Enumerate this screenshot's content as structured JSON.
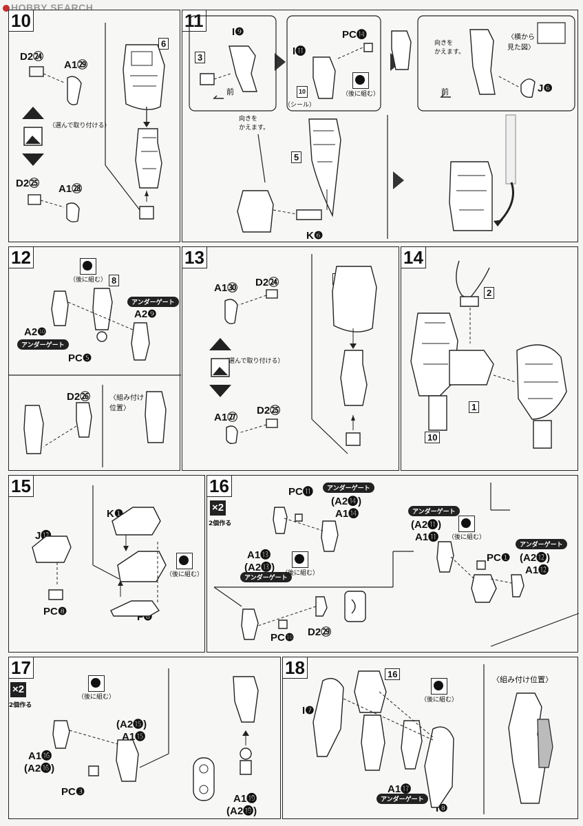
{
  "watermark": {
    "text": "HOBBY SEARCH"
  },
  "common": {
    "ug": "アンダーゲート",
    "later": "（後に組む）",
    "mae": "前",
    "x2": "×2",
    "x2sub": "2個作る",
    "select": "（選んで取り付ける）",
    "muki": "向きを\nかえます。",
    "pos": "〈組み付け\n位置〉",
    "pos2": "〈組み付け位置〉",
    "yoko": "〈横から\n見た図〉",
    "seal": "（シール）"
  },
  "steps": {
    "s10": {
      "num": "10",
      "box": "6",
      "l1": "D2㉔",
      "l2": "A1㉙",
      "l3": "D2㉕",
      "l4": "A1㉘"
    },
    "s11": {
      "num": "11",
      "l1": "I❾",
      "box3": "3",
      "l2": "I⓫",
      "l3": "PC⓮",
      "seal": "10",
      "l4": "J❻",
      "box5": "5",
      "l5": "K❻"
    },
    "s12": {
      "num": "12",
      "box": "8",
      "l1": "A2❾",
      "l2": "A2❿",
      "l3": "PC❺",
      "l4": "D2㉖"
    },
    "s13": {
      "num": "13",
      "box": "11",
      "l1": "A1㉚",
      "l2": "D2㉔",
      "l3": "A1㉗",
      "l4": "D2㉕"
    },
    "s14": {
      "num": "14",
      "box2": "2",
      "box1": "1",
      "box10": "10"
    },
    "s15": {
      "num": "15",
      "l1": "J⓬",
      "l2": "PC❽",
      "l3": "K❶",
      "l4": "F❽"
    },
    "s16": {
      "num": "16",
      "l1": "PC⓫",
      "l2": "(A2⓮)",
      "l3": "A1⓮",
      "l4": "A1⓭",
      "l5": "(A2⓭)",
      "l6": "(A2⓫)",
      "l7": "A1⓫",
      "l8": "PC❶",
      "l9": "(A2⓬)",
      "l10": "A1⓬",
      "l11": "PC❿",
      "l12": "D2㉙"
    },
    "s17": {
      "num": "17",
      "l1": "(A2⓯)",
      "l2": "A1⓯",
      "l3": "A1⓰",
      "l4": "(A2⓰)",
      "l5": "PC❸",
      "l6": "A1⓳",
      "l7": "(A2⓳)"
    },
    "s18": {
      "num": "18",
      "box": "16",
      "l1": "I❼",
      "l2": "A1⓱",
      "l3": "I❽"
    }
  }
}
